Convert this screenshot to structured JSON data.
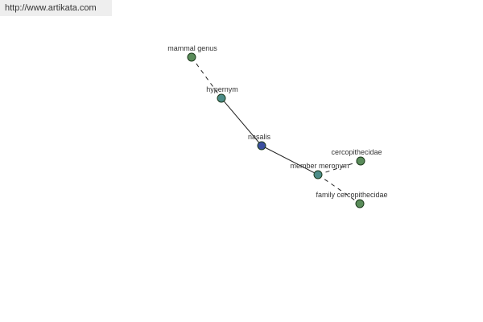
{
  "header": {
    "url": "http://www.artikata.com"
  },
  "graph": {
    "nodes": [
      {
        "id": "mammal-genus",
        "label": "mammal genus",
        "color": "#5a8c5a"
      },
      {
        "id": "hypernym",
        "label": "hypernym",
        "color": "#4c8c88"
      },
      {
        "id": "nasalis",
        "label": "nasalis",
        "color": "#3b4fa0"
      },
      {
        "id": "member-meronym",
        "label": "member meronym",
        "color": "#4c8c88"
      },
      {
        "id": "cercopithecidae",
        "label": "cercopithecidae",
        "color": "#5a8c5a"
      },
      {
        "id": "family-cercopithecidae",
        "label": "family cercopithecidae",
        "color": "#5a8c5a"
      }
    ],
    "edges": [
      {
        "from": "mammal-genus",
        "to": "hypernym",
        "style": "dashed"
      },
      {
        "from": "hypernym",
        "to": "nasalis",
        "style": "solid"
      },
      {
        "from": "nasalis",
        "to": "member-meronym",
        "style": "solid"
      },
      {
        "from": "member-meronym",
        "to": "cercopithecidae",
        "style": "dashed"
      },
      {
        "from": "member-meronym",
        "to": "family-cercopithecidae",
        "style": "dashed"
      }
    ]
  }
}
